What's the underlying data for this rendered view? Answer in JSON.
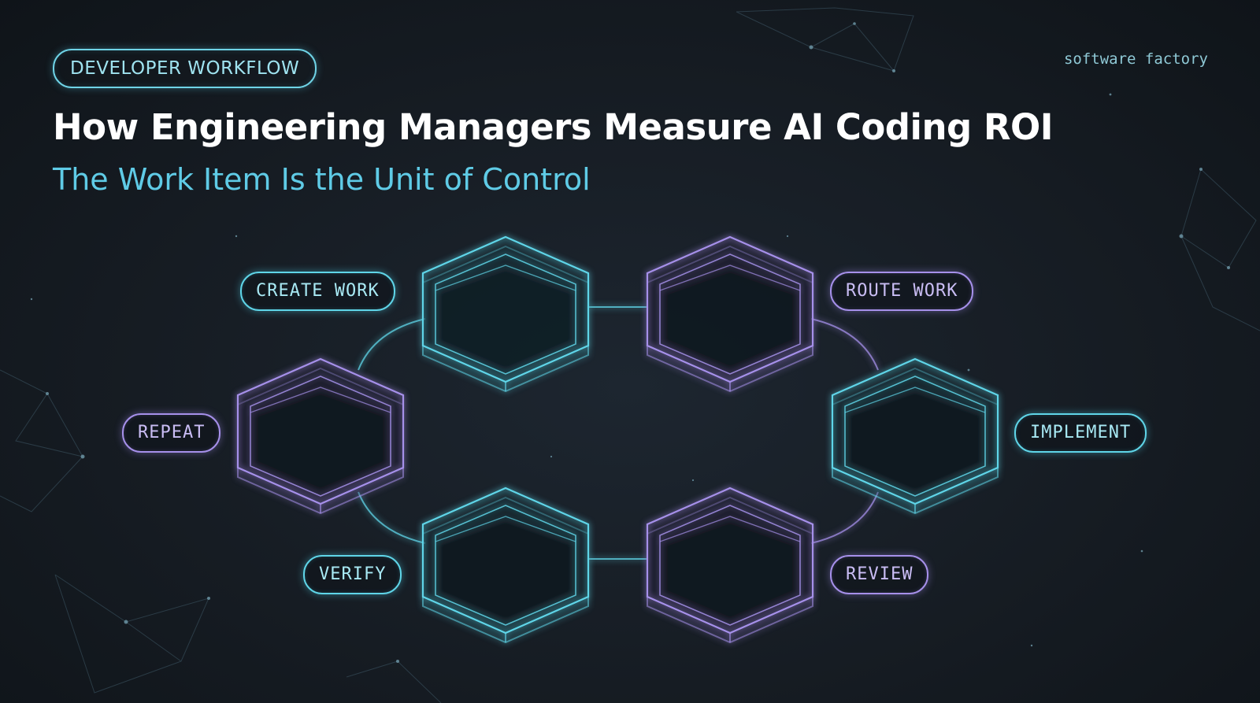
{
  "header": {
    "badge": "DEVELOPER WORKFLOW",
    "brand": "software factory",
    "title": "How Engineering Managers Measure AI Coding ROI",
    "subtitle": "The Work Item Is the Unit of Control"
  },
  "workflow": {
    "steps": [
      {
        "label": "CREATE WORK",
        "color": "cyan"
      },
      {
        "label": "ROUTE WORK",
        "color": "violet"
      },
      {
        "label": "IMPLEMENT",
        "color": "cyan"
      },
      {
        "label": "REVIEW",
        "color": "violet"
      },
      {
        "label": "VERIFY",
        "color": "cyan"
      },
      {
        "label": "REPEAT",
        "color": "violet"
      }
    ]
  },
  "colors": {
    "cyan": "#5fd5e8",
    "violet": "#a690ea",
    "background": "#161c23",
    "title": "#ffffff",
    "subtitle": "#5fcbe6"
  }
}
